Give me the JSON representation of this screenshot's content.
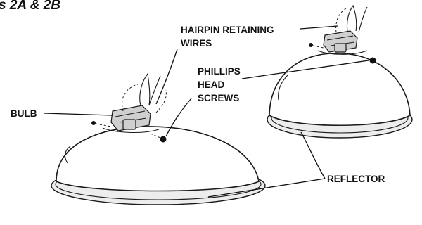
{
  "figure": {
    "title_fragment": "s 2A & 2B"
  },
  "labels": {
    "hairpin_line1": "HAIRPIN RETAINING",
    "hairpin_line2": "WIRES",
    "phillips_line1": "PHILLIPS",
    "phillips_line2": "HEAD",
    "phillips_line3": "SCREWS",
    "bulb": "BULB",
    "reflector": "REFLECTOR"
  },
  "colors": {
    "ink": "#111111",
    "background": "#ffffff"
  }
}
